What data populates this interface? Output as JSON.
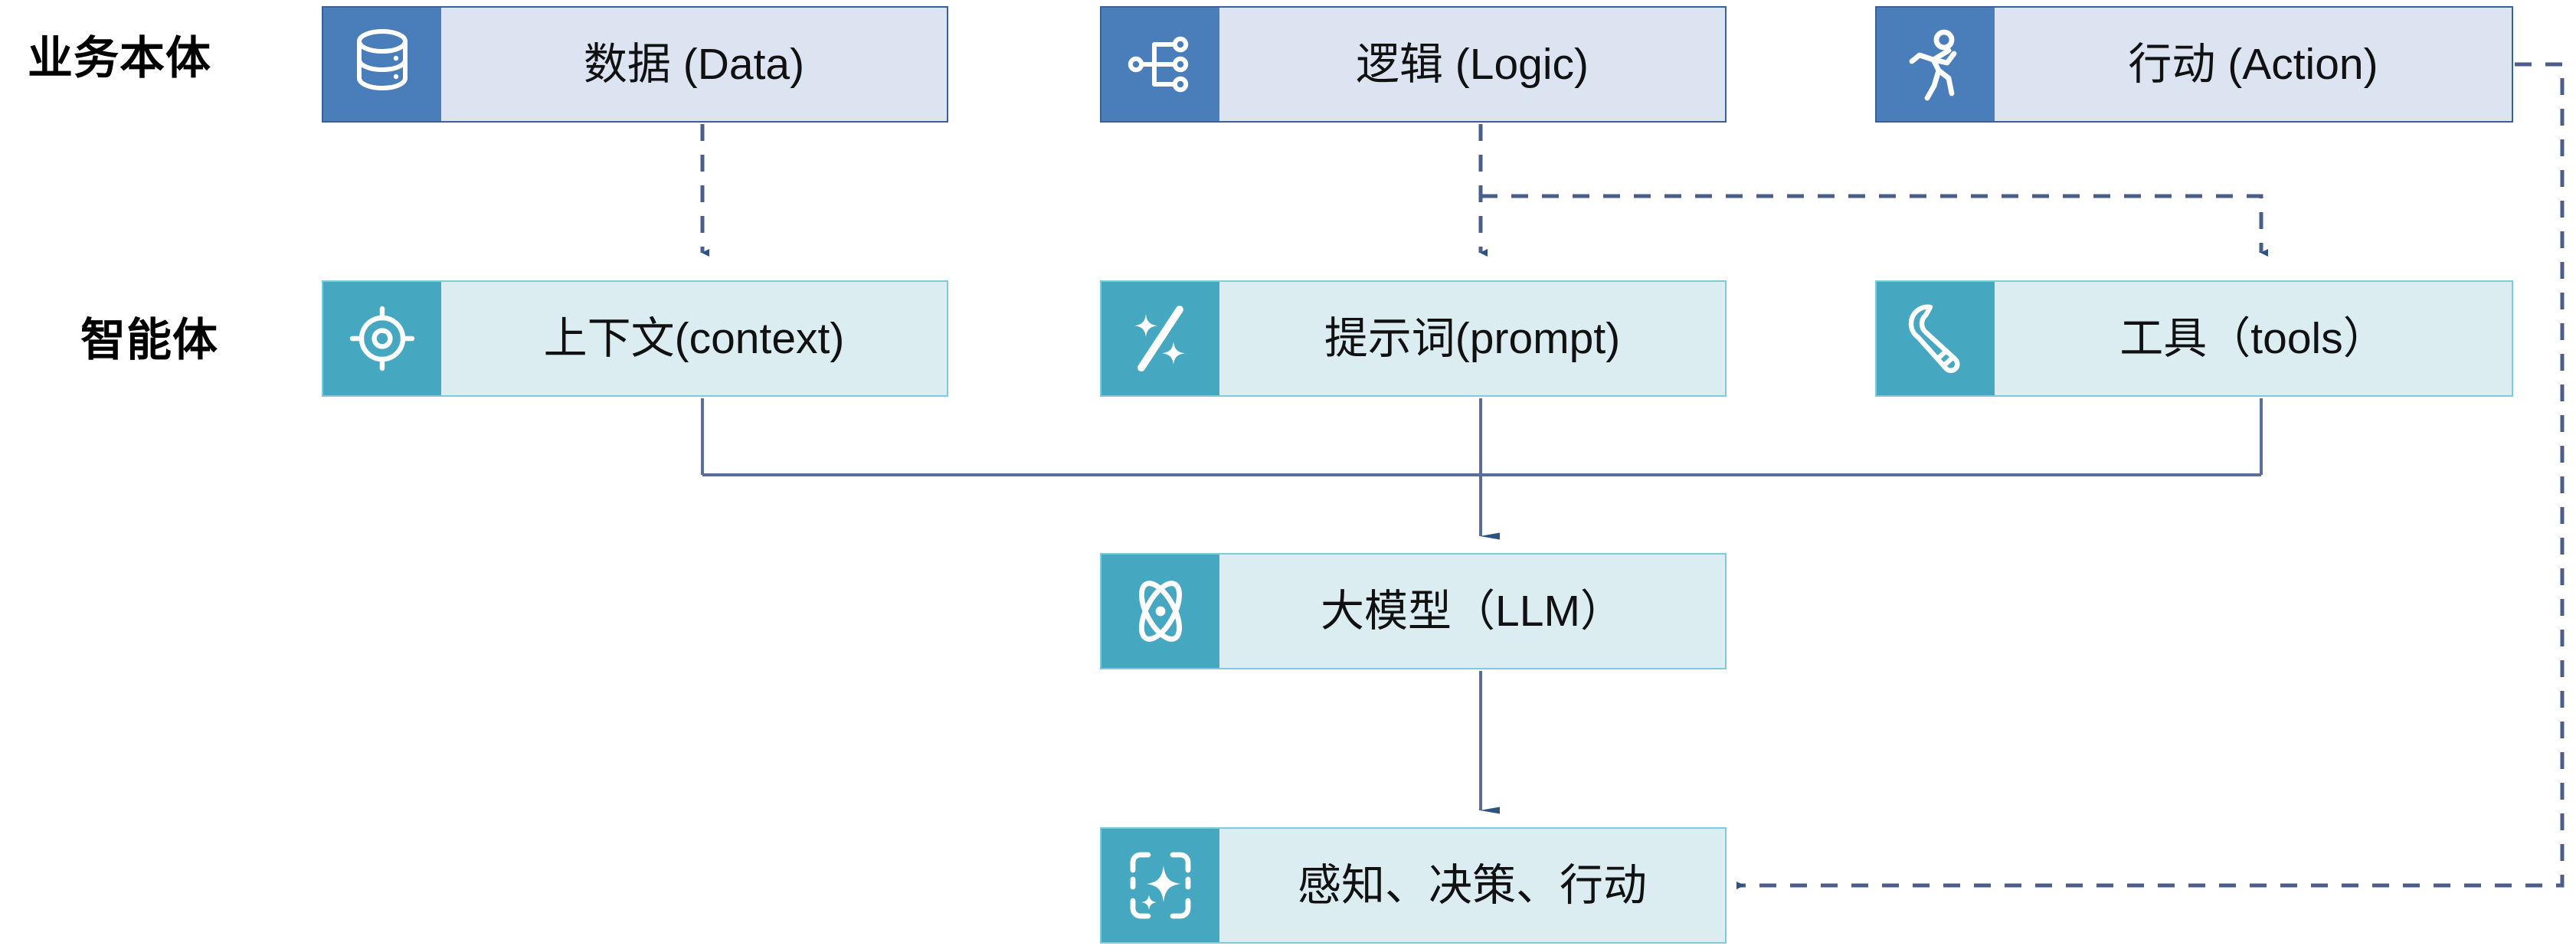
{
  "diagram": {
    "title_rows": [
      {
        "id": "business",
        "label": "业务本体"
      },
      {
        "id": "agent",
        "label": "智能体"
      }
    ],
    "colors": {
      "business_icon": "#4A7EBB",
      "business_body": "#DCE4F1",
      "business_border": "#3A6098",
      "agent_icon": "#45A8C0",
      "agent_body": "#DCEDF2",
      "agent_border": "#7FCBDD",
      "connector_solid": "#4A5E8C",
      "connector_dashed": "#4A5E8C",
      "arrowhead": "#2E5383",
      "background": "#FFFFFF"
    },
    "nodes": [
      {
        "id": "data",
        "label": "数据 (Data)",
        "icon": "database-icon",
        "tier": "business"
      },
      {
        "id": "logic",
        "label": "逻辑 (Logic)",
        "icon": "hierarchy-icon",
        "tier": "business"
      },
      {
        "id": "action",
        "label": "行动 (Action)",
        "icon": "running-person-icon",
        "tier": "business"
      },
      {
        "id": "context",
        "label": "上下文(context)",
        "icon": "target-icon",
        "tier": "agent"
      },
      {
        "id": "prompt",
        "label": "提示词(prompt)",
        "icon": "magic-wand-icon",
        "tier": "agent"
      },
      {
        "id": "tools",
        "label": "工具（tools）",
        "icon": "wrench-icon",
        "tier": "agent"
      },
      {
        "id": "llm",
        "label": "大模型（LLM）",
        "icon": "atom-icon",
        "tier": "agent"
      },
      {
        "id": "pda",
        "label": "感知、决策、行动",
        "icon": "sparkle-frame-icon",
        "tier": "agent"
      }
    ],
    "connectors": [
      {
        "from": "data",
        "to": "context",
        "style": "dashed",
        "arrow": true
      },
      {
        "from": "logic",
        "to": "prompt",
        "style": "dashed",
        "arrow": true
      },
      {
        "from": "logic",
        "to": "tools",
        "style": "dashed",
        "arrow": true
      },
      {
        "from": "action",
        "to": "pda",
        "style": "dashed",
        "arrow": true
      },
      {
        "from": "context",
        "to": "llm",
        "style": "solid",
        "arrow": false
      },
      {
        "from": "prompt",
        "to": "llm",
        "style": "solid",
        "arrow": true
      },
      {
        "from": "tools",
        "to": "llm",
        "style": "solid",
        "arrow": false
      },
      {
        "from": "llm",
        "to": "pda",
        "style": "solid",
        "arrow": true
      }
    ]
  }
}
